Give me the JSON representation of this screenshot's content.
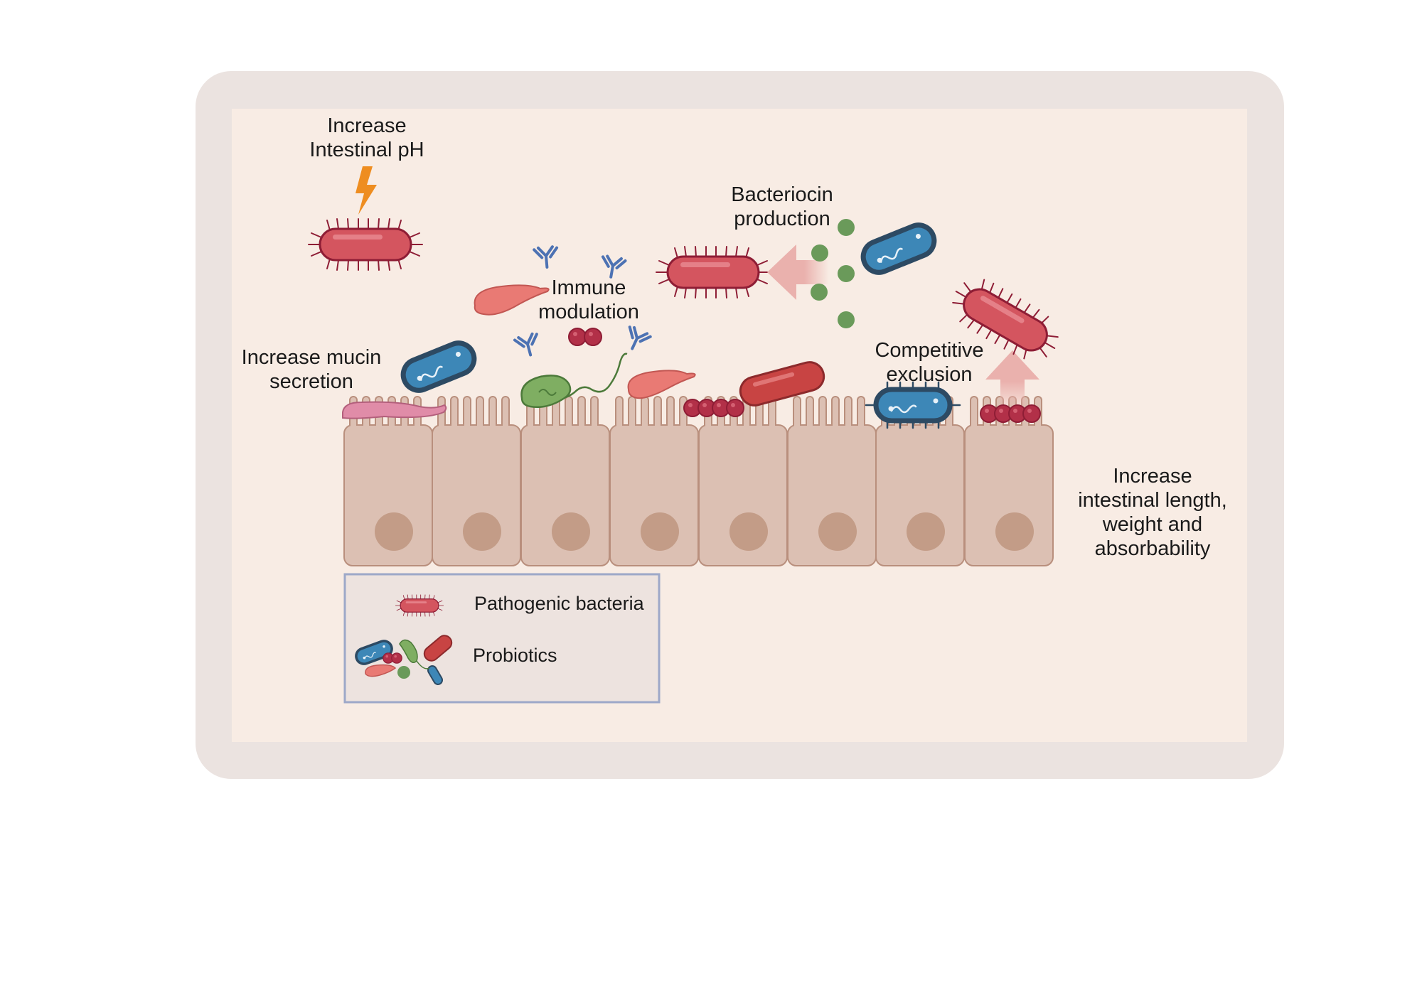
{
  "labels": {
    "ph": [
      "Increase",
      "Intestinal pH"
    ],
    "bacteriocin": [
      "Bacteriocin",
      "production"
    ],
    "immune": [
      "Immune",
      "modulation"
    ],
    "mucin": [
      "Increase mucin",
      "secretion"
    ],
    "competitive": [
      "Competitive",
      "exclusion"
    ],
    "intestinal": [
      "Increase",
      "intestinal length,",
      "weight and",
      "absorbability"
    ]
  },
  "legend": {
    "pathogenic": "Pathogenic bacteria",
    "probiotics": "Probiotics"
  },
  "colors": {
    "outer_frame": "#ebe3e0",
    "inner_panel": "#f8ece4",
    "cell_fill": "#dcc0b3",
    "cell_stroke": "#b98f7d",
    "nucleus": "#c39c87",
    "pathogen_fill": "#d4555f",
    "pathogen_stroke": "#8e1d35",
    "probiotic_blue": "#3d87b7",
    "probiotic_blue_stroke": "#2d4a63",
    "bacteriocin_green": "#6a9a5a",
    "arrow_pink": "#eab1ad",
    "bolt_orange": "#ee8d20",
    "antibody_blue": "#4d72b3",
    "coccus_red": "#b23048",
    "mucin_pink": "#e08ca8",
    "legend_border": "#9da8c8",
    "legend_fill": "#ede3df"
  },
  "icons": [
    "lightning-bolt-icon",
    "pathogen-bacterium-icon",
    "probiotic-rod-icon",
    "antibody-icon",
    "coccus-chain-icon",
    "vibrio-icon",
    "spirillum-icon",
    "bacteriocin-dot-icon",
    "arrow-icon"
  ]
}
